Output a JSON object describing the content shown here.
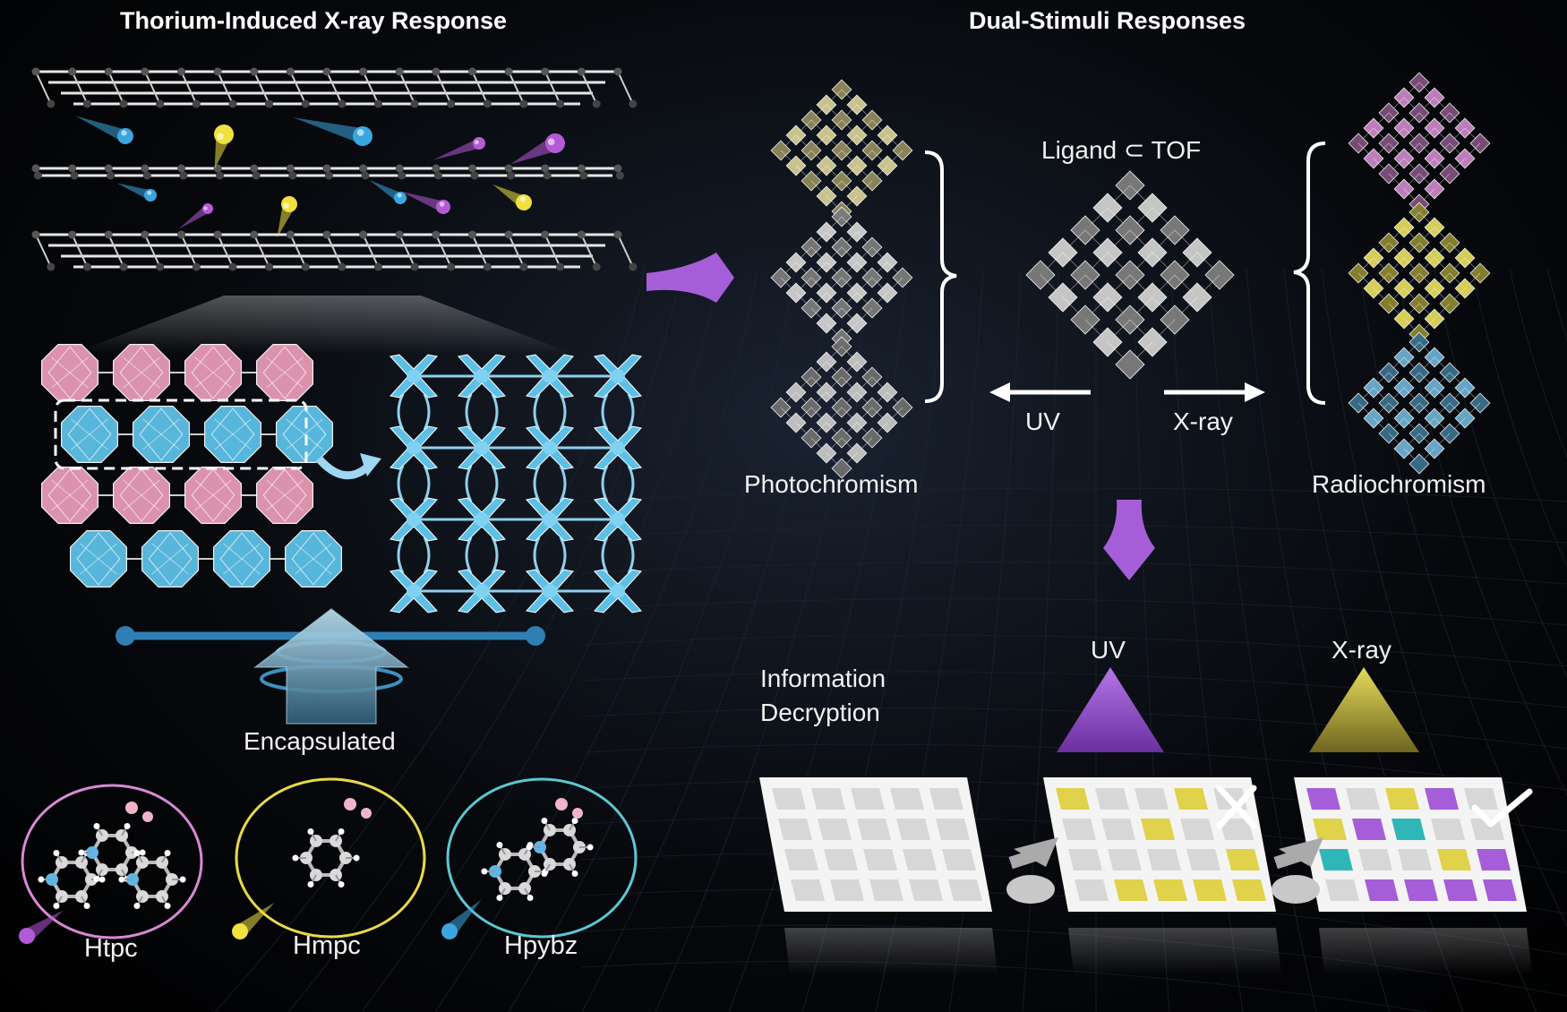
{
  "titles": {
    "left": "Thorium-Induced X-ray Response",
    "right": "Dual-Stimuli Responses"
  },
  "labels": {
    "encapsulated": "Encapsulated",
    "ligand_tof": "Ligand ⊂ TOF",
    "uv_arrow": "UV",
    "xray_arrow": "X-ray",
    "photochromism": "Photochromism",
    "radiochromism": "Radiochromism",
    "info_line1": "Information",
    "info_line2": "Decryption",
    "uv_top": "UV",
    "xray_top": "X-ray"
  },
  "ligands": [
    {
      "name": "Htpc",
      "ring_color": "#d889d6",
      "comet_color": "#b45ad8"
    },
    {
      "name": "Hmpc",
      "ring_color": "#e8d84c",
      "comet_color": "#f0e040"
    },
    {
      "name": "Hpybz",
      "ring_color": "#5cc6d2",
      "comet_color": "#3aa6e0"
    }
  ],
  "colors": {
    "pink_cluster": "#e79ab6",
    "blue_cluster": "#5cc0e6",
    "purple_accent": "#a65ed8",
    "yellow_accent": "#e0d24a",
    "teal_accent": "#2fb7b7"
  },
  "icons": {
    "cross": "cross-icon",
    "check": "check-icon"
  }
}
